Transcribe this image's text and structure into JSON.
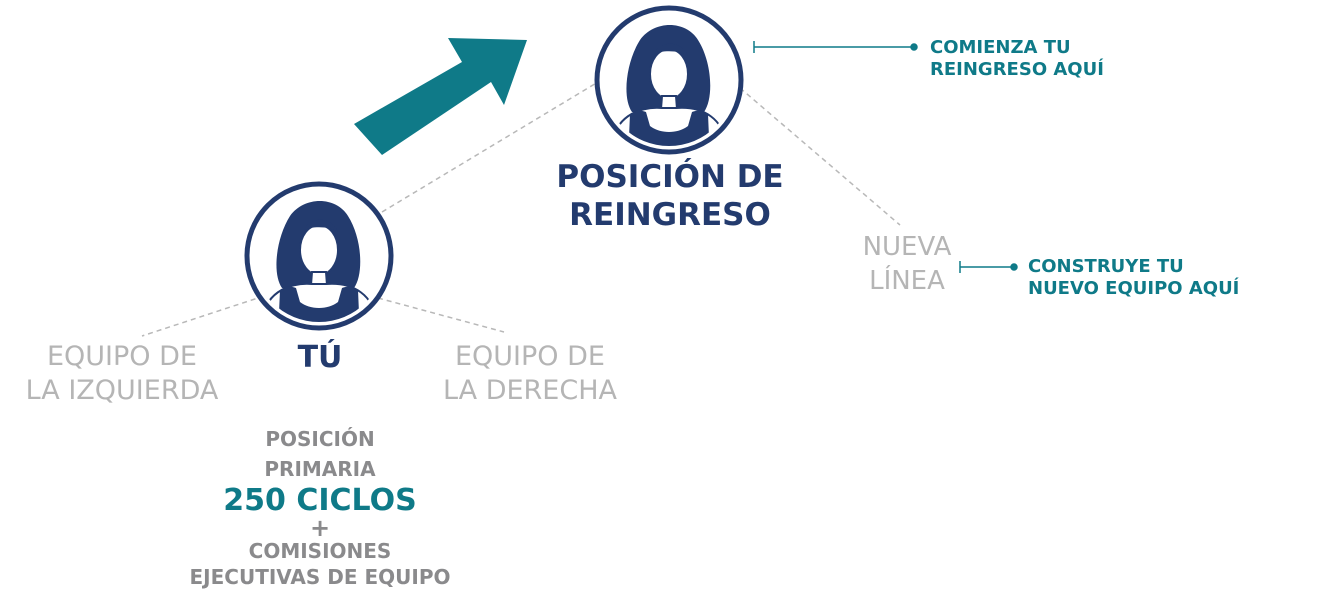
{
  "colors": {
    "navy": "#233b6e",
    "teal": "#0f7a88",
    "light_gray": "#b5b5b5",
    "dark_gray": "#8a8a8c",
    "arrow": "#0f7a88"
  },
  "icons": {
    "top_avatar": "woman-avatar-icon",
    "bottom_avatar": "woman-avatar-icon",
    "arrow": "up-right-arrow-icon"
  },
  "reentry": {
    "title_line1": "POSICIÓN DE",
    "title_line2": "REINGRESO",
    "callout_line1": "COMIENZA TU",
    "callout_line2": "REINGRESO AQUÍ"
  },
  "new_line": {
    "label_line1": "NUEVA",
    "label_line2": "LÍNEA",
    "callout_line1": "CONSTRUYE TU",
    "callout_line2": "NUEVO EQUIPO AQUÍ"
  },
  "you": {
    "label": "TÚ",
    "left_team_line1": "EQUIPO DE",
    "left_team_line2": "LA IZQUIERDA",
    "right_team_line1": "EQUIPO DE",
    "right_team_line2": "LA DERECHA"
  },
  "primary": {
    "line1": "POSICIÓN",
    "line2": "PRIMARIA",
    "cycles": "250 CICLOS",
    "plus": "+",
    "line3": "COMISIONES",
    "line4": "EJECUTIVAS DE EQUIPO"
  }
}
